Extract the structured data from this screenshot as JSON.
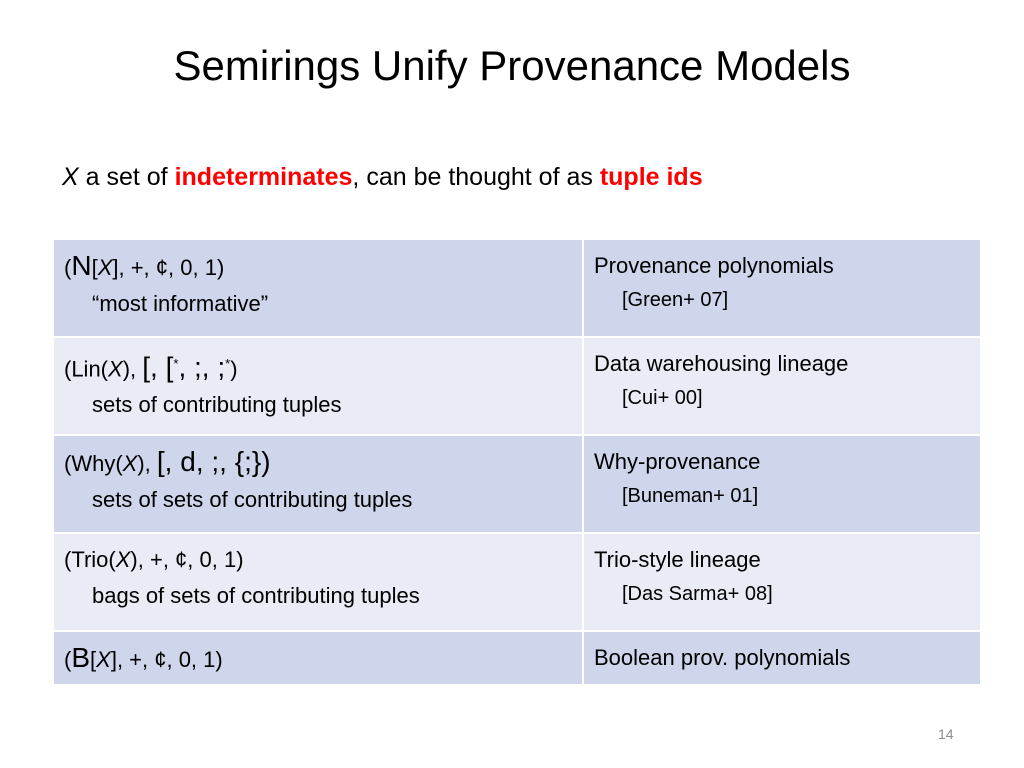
{
  "slide": {
    "title": "Semirings Unify Provenance Models",
    "subtitle": {
      "var": "X",
      "part1": " a set of ",
      "em1": "indeterminates",
      "part2": ", can be thought of as ",
      "em2": "tuple ids"
    },
    "page_number": "14",
    "colors": {
      "emphasis": "#ff0000",
      "row_dark": "#cfd5ea",
      "row_light": "#e9ebf5"
    }
  },
  "rows": [
    {
      "sr_open": "(",
      "sr_big": "N",
      "sr_lb": "[",
      "sr_var": "X",
      "sr_rest": "], +, ¢, 0, 1)",
      "desc": "“most informative”",
      "model": "Provenance polynomials",
      "cite": "[Green+ 07]"
    },
    {
      "sr_open": "(Lin(",
      "sr_var": "X",
      "sr_mid": "), ",
      "sr_a": "[, [",
      "sr_sup1": "*",
      "sr_b": ", ;, ;",
      "sr_sup2": "*",
      "sr_close": ")",
      "desc": "sets of contributing tuples",
      "model": "Data warehousing lineage",
      "cite": "[Cui+ 00]"
    },
    {
      "sr_open": "(Why(",
      "sr_var": "X",
      "sr_mid": "), ",
      "sr_a": "[, d, ;, {;})",
      "desc": "sets of sets of contributing tuples",
      "model": "Why-provenance",
      "cite": "[Buneman+ 01]"
    },
    {
      "sr_open": "(Trio(",
      "sr_var": "X",
      "sr_rest": "), +, ¢, 0, 1)",
      "desc": "bags of sets of contributing tuples",
      "model": "Trio-style lineage",
      "cite": "[Das Sarma+ 08]"
    },
    {
      "sr_open": "(",
      "sr_big": "B",
      "sr_lb": "[",
      "sr_var": "X",
      "sr_rest": "], +, ¢, 0, 1)",
      "model": "Boolean prov. polynomials"
    }
  ]
}
